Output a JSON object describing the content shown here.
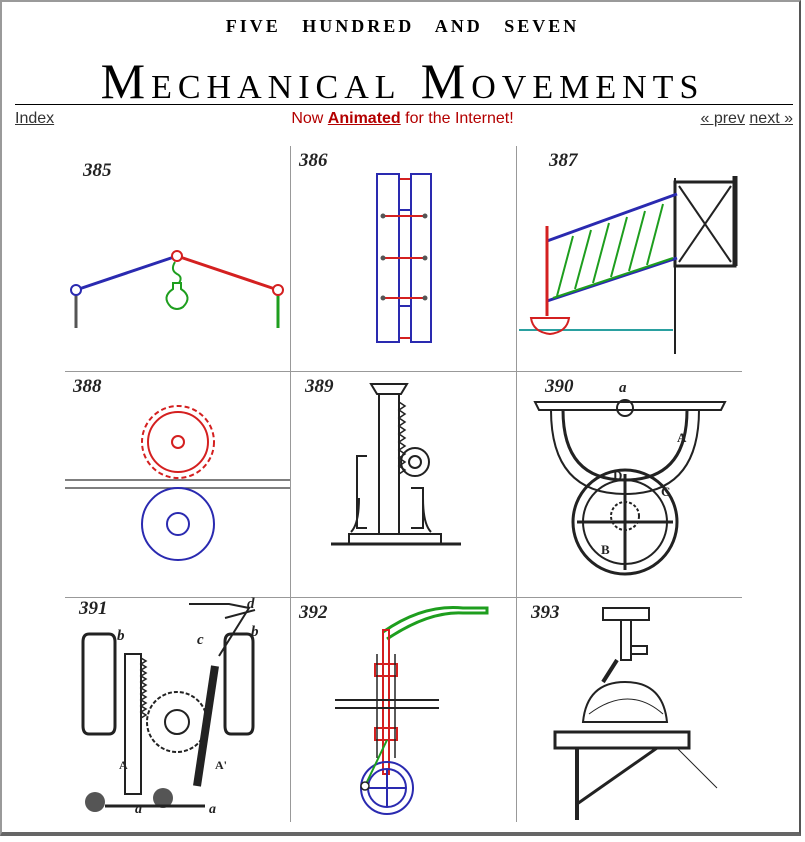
{
  "header": {
    "subtitle": "FIVE HUNDRED AND SEVEN",
    "title_first_cap": "M",
    "title_first_rest": "ECHANICAL",
    "title_second_cap": "M",
    "title_second_rest": "OVEMENTS"
  },
  "nav": {
    "index_label": "Index",
    "tagline_pre": "Now ",
    "tagline_link": "Animated",
    "tagline_post": " for the Internet!",
    "prev_label": "« prev",
    "next_label": "next »"
  },
  "movements": [
    {
      "number": "385"
    },
    {
      "number": "386"
    },
    {
      "number": "387"
    },
    {
      "number": "388"
    },
    {
      "number": "389"
    },
    {
      "number": "390"
    },
    {
      "number": "391"
    },
    {
      "number": "392"
    },
    {
      "number": "393"
    }
  ],
  "labels": {
    "m390_a": "a",
    "m390_A": "A",
    "m390_B": "B",
    "m390_C": "C",
    "m390_D": "D",
    "m391_b1": "b",
    "m391_b2": "b",
    "m391_c": "c",
    "m391_d": "d",
    "m391_A": "A",
    "m391_A2": "A'",
    "m391_a1": "a",
    "m391_a2": "a"
  },
  "colors": {
    "blue": "#2a2ab0",
    "red": "#d42020",
    "green": "#1e9e1e",
    "teal": "#2aa0a0",
    "grid": "#999999"
  }
}
